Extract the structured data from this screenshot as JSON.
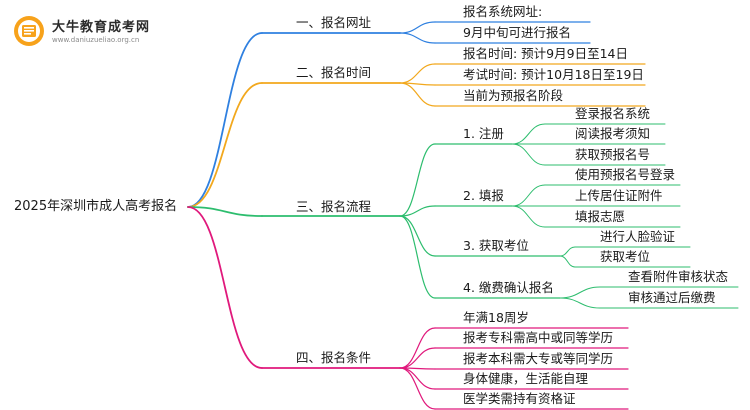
{
  "logo": {
    "title": "大牛教育成考网",
    "url": "www.daniuzueliao.org.cn"
  },
  "colors": {
    "branch1": "#2f80e0",
    "branch2": "#f2a81d",
    "branch3": "#2dbd6e",
    "branch4": "#e0197c"
  },
  "root": "2025年深圳市成人高考报名",
  "branches": [
    {
      "label": "一、报名网址",
      "children": [
        {
          "label": "报名系统网址:"
        },
        {
          "label": "9月中旬可进行报名"
        }
      ]
    },
    {
      "label": "二、报名时间",
      "children": [
        {
          "label": "报名时间: 预计9月9日至14日"
        },
        {
          "label": "考试时间: 预计10月18日至19日"
        },
        {
          "label": "当前为预报名阶段"
        }
      ]
    },
    {
      "label": "三、报名流程",
      "children": [
        {
          "label": "1. 注册",
          "children": [
            {
              "label": "登录报名系统"
            },
            {
              "label": "阅读报考须知"
            },
            {
              "label": "获取预报名号"
            }
          ]
        },
        {
          "label": "2. 填报",
          "children": [
            {
              "label": "使用预报名号登录"
            },
            {
              "label": "上传居住证附件"
            },
            {
              "label": "填报志愿"
            }
          ]
        },
        {
          "label": "3. 获取考位",
          "children": [
            {
              "label": "进行人脸验证"
            },
            {
              "label": "获取考位"
            }
          ]
        },
        {
          "label": "4. 缴费确认报名",
          "children": [
            {
              "label": "查看附件审核状态"
            },
            {
              "label": "审核通过后缴费"
            }
          ]
        }
      ]
    },
    {
      "label": "四、报名条件",
      "children": [
        {
          "label": "年满18周岁"
        },
        {
          "label": "报考专科需高中或同等学历"
        },
        {
          "label": "报考本科需大专或等同学历"
        },
        {
          "label": "身体健康，生活能自理"
        },
        {
          "label": "医学类需持有资格证"
        }
      ]
    }
  ]
}
